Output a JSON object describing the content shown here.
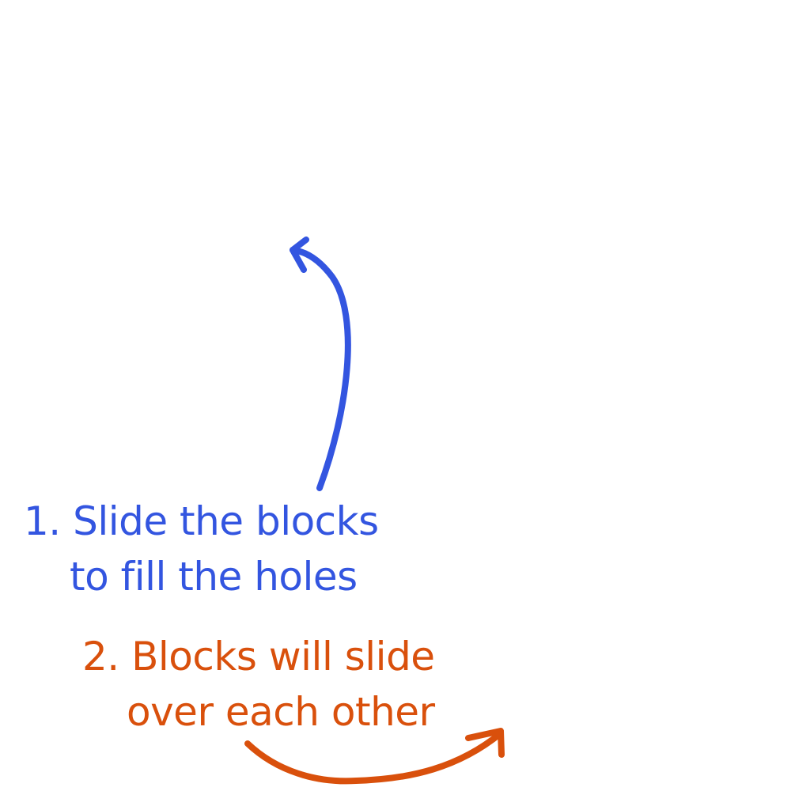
{
  "colors": {
    "background": "#ffffff",
    "step_one": "#3355e0",
    "step_two": "#d9500c"
  },
  "hints": {
    "step_one": {
      "line1": "1. Slide the blocks",
      "line2": "to fill the holes"
    },
    "step_two": {
      "line1": "2. Blocks will slide",
      "line2": "over each other"
    }
  },
  "arrows": {
    "step_one": "curved-arrow-up-icon",
    "step_two": "curved-arrow-right-icon"
  }
}
